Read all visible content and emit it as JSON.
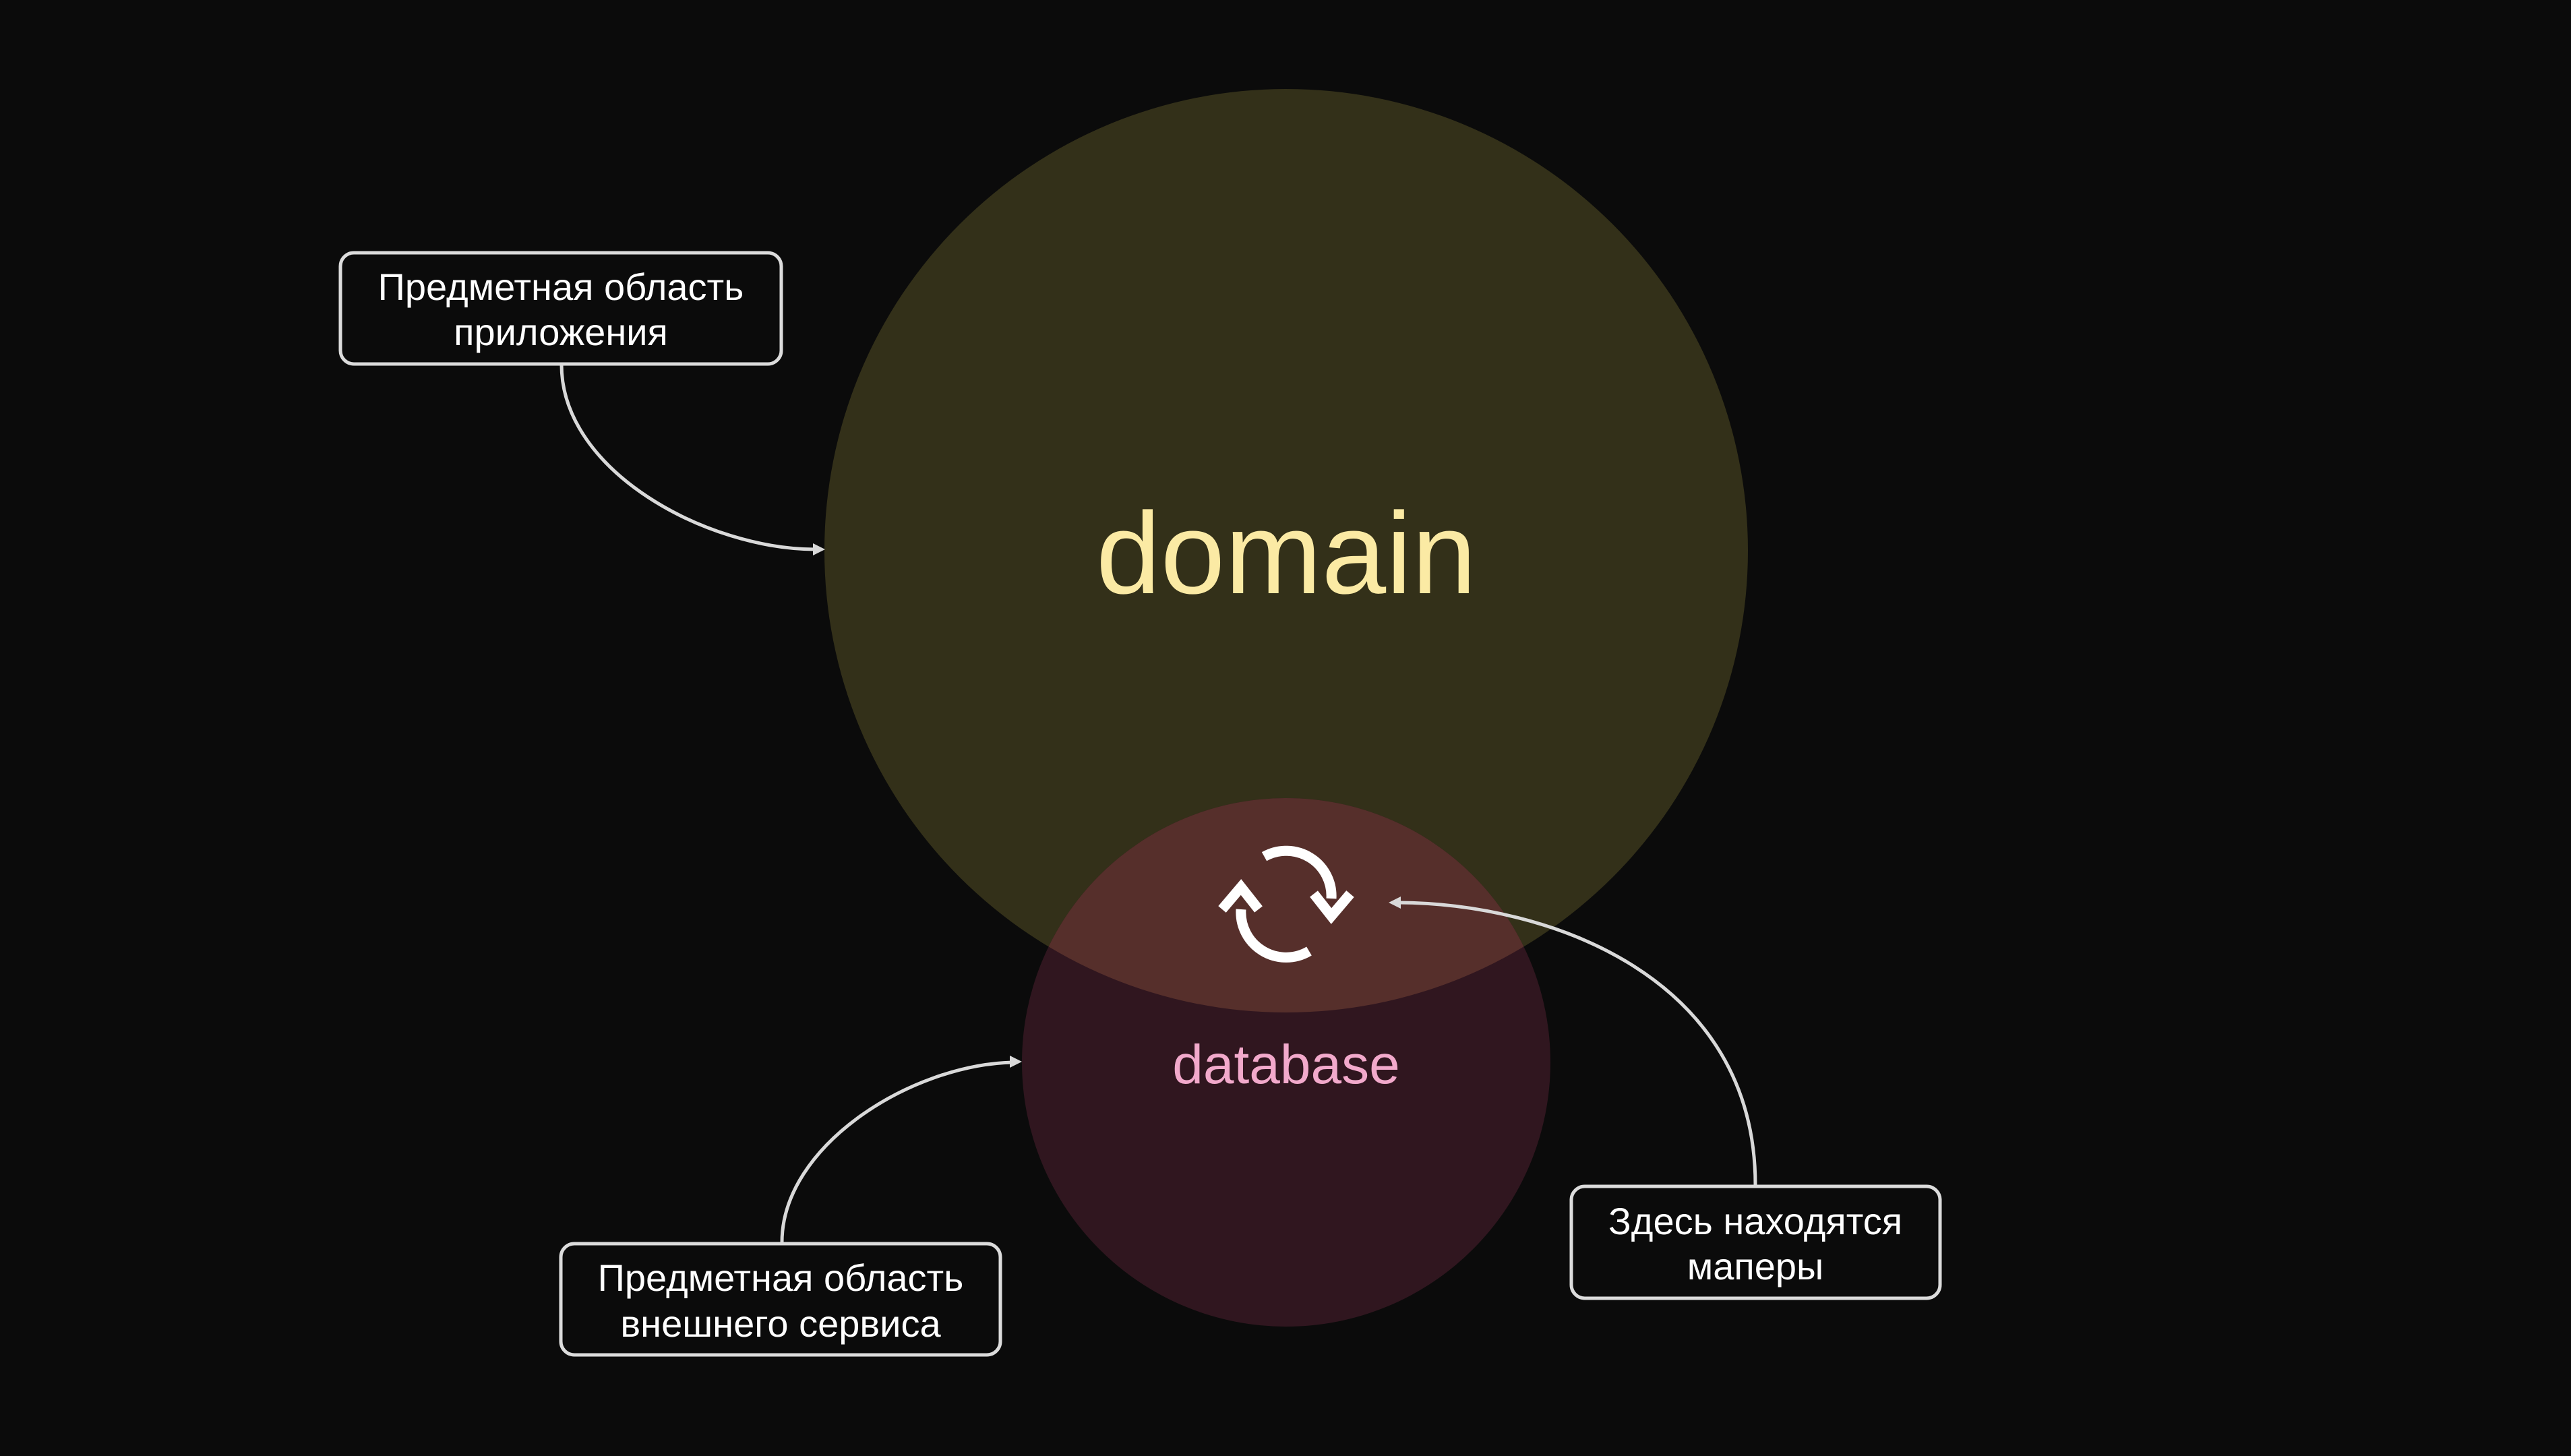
{
  "diagram": {
    "domain": {
      "label": "domain"
    },
    "database": {
      "label": "database"
    },
    "sync_icon": "sync-arrows-icon",
    "callouts": {
      "app_domain": {
        "line1": "Предметная область",
        "line2": "приложения"
      },
      "external_domain": {
        "line1": "Предметная область",
        "line2": "внешнего сервиса"
      },
      "mappers": {
        "line1": "Здесь находятся",
        "line2": "маперы"
      }
    }
  },
  "colors": {
    "background": "#0b0b0b",
    "domain_fill": "#333019",
    "database_fill": "#30161f",
    "overlap_fill": "#562f2b",
    "domain_text": "#fbeaa4",
    "database_text": "#f2a9cb",
    "outline": "#dcdcdc"
  }
}
